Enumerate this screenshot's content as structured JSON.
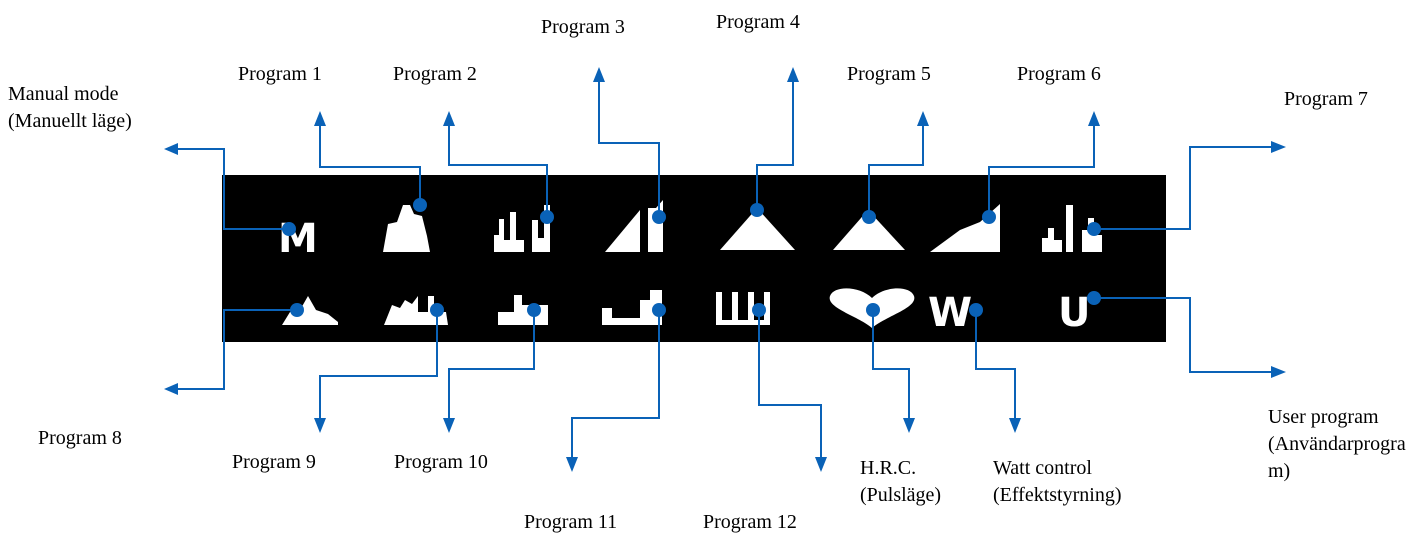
{
  "labels": {
    "manual": [
      "Manual mode",
      "(Manuellt läge)"
    ],
    "p1": [
      "Program 1"
    ],
    "p2": [
      "Program 2"
    ],
    "p3": [
      "Program 3"
    ],
    "p4": [
      "Program 4"
    ],
    "p5": [
      "Program 5"
    ],
    "p6": [
      "Program 6"
    ],
    "p7": [
      "Program 7"
    ],
    "p8": [
      "Program 8"
    ],
    "p9": [
      "Program 9"
    ],
    "p10": [
      "Program 10"
    ],
    "p11": [
      "Program 11"
    ],
    "p12": [
      "Program 12"
    ],
    "hrc": [
      "H.R.C.",
      "(Pulsläge)"
    ],
    "watt": [
      "Watt control",
      "(Effektstyrning)"
    ],
    "user": [
      "User program",
      "(Användarprogra",
      "m)"
    ]
  },
  "glyphs": {
    "manual": "M",
    "watt": "W",
    "user": "U"
  },
  "colors": {
    "panel": "#000000",
    "icon": "#ffffff",
    "connector": "#0a62b7"
  }
}
